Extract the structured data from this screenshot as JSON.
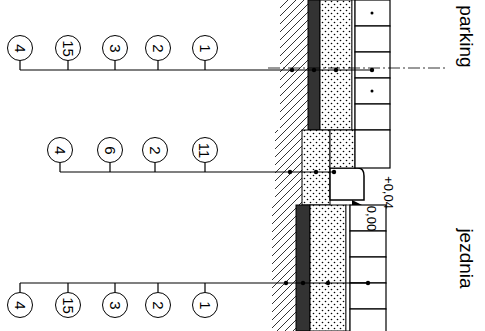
{
  "diagram": {
    "nodes": [
      {
        "text": [
          "4"
        ]
      },
      {
        "text": [
          "15"
        ]
      },
      {
        "text": [
          "3"
        ]
      },
      {
        "text": [
          "2"
        ]
      },
      {
        "text": [
          "1"
        ]
      },
      {
        "text": [
          "4"
        ]
      },
      {
        "text": [
          "6"
        ]
      },
      {
        "text": [
          "2"
        ]
      },
      {
        "text": [
          "11"
        ]
      },
      {
        "text": [
          "4"
        ]
      },
      {
        "text": [
          "15"
        ]
      },
      {
        "text": [
          "3"
        ]
      },
      {
        "text": [
          "2"
        ]
      },
      {
        "text": [
          "1"
        ]
      }
    ],
    "labels": [
      "parking",
      "+0,04",
      "0,00",
      "jezdnia"
    ]
  }
}
